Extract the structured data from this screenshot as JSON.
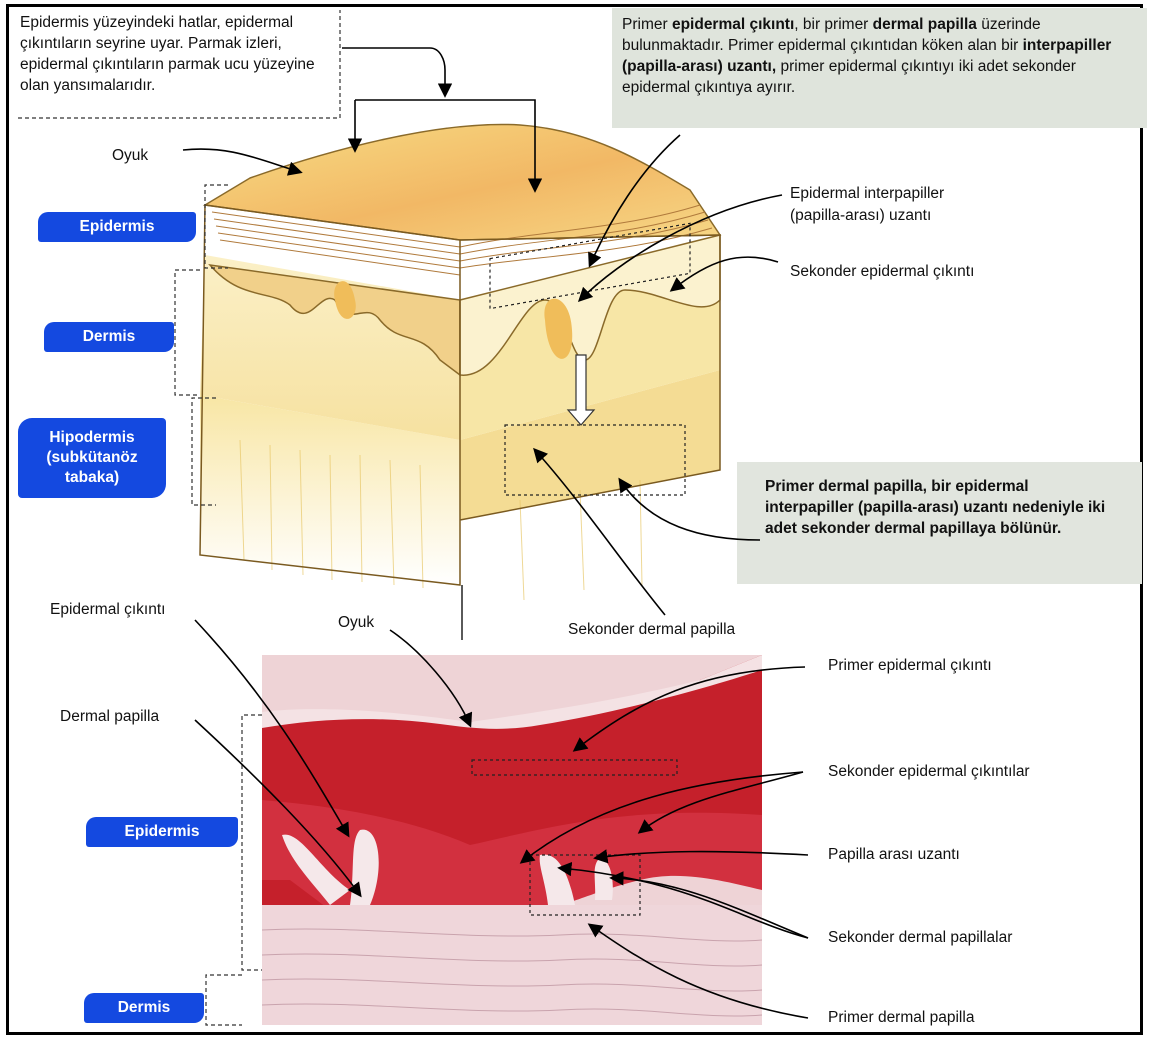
{
  "top_left_caption": "Epidermis yüzeyindeki hatlar, epidermal çıkıntıların seyrine uyar. Parmak izleri, epidermal çıkıntıların parmak ucu yüzeyine olan yansımalarıdır.",
  "top_right_caption": {
    "p1": "Primer ",
    "b1": "epidermal çıkıntı",
    "p2": ", bir primer ",
    "b2": "dermal papilla",
    "p3": " üzerinde bulunmaktadır. Primer epidermal çıkıntıdan köken alan bir ",
    "b3": "interpapiller (papilla-arası) uzantı,",
    "p4": " primer epidermal çıkıntıyı iki adet sekonder epidermal çıkıntıya ayırır."
  },
  "mid_right_caption": "Primer dermal papilla, bir epidermal interpapiller (papilla-arası) uzantı nedeniyle iki adet sekonder dermal papillaya bölünür.",
  "labels": {
    "oyuk_top": "Oyuk",
    "epidermal_interpapiller": "Epidermal interpapiller",
    "epidermal_interpapiller_2": "(papilla-arası) uzantı",
    "sekonder_epidermal_cikinti": "Sekonder epidermal çıkıntı",
    "sekonder_dermal_papilla": "Sekonder dermal papilla",
    "epidermal_cikinti": "Epidermal çıkıntı",
    "oyuk_bottom": "Oyuk",
    "dermal_papilla": "Dermal papilla",
    "primer_epidermal_cikinti": "Primer epidermal çıkıntı",
    "sekonder_epidermal_cikintilar": "Sekonder epidermal çıkıntılar",
    "papilla_arasi_uzanti": "Papilla arası uzantı",
    "sekonder_dermal_papillalar": "Sekonder dermal papillalar",
    "primer_dermal_papilla": "Primer dermal papilla"
  },
  "badges": {
    "epidermis_top": "Epidermis",
    "dermis_top": "Dermis",
    "hipodermis_1": "Hipodermis",
    "hipodermis_2": "(subkütanöz",
    "hipodermis_3": "tabaka)",
    "epidermis_bottom": "Epidermis",
    "dermis_bottom": "Dermis"
  },
  "colors": {
    "badge": "#1449e0",
    "epidermis_surface": "#f2c766",
    "dermis_block": "#f7e6a6",
    "stain_keratin": "#c8202a",
    "stain_dermis": "#eed3d6"
  }
}
